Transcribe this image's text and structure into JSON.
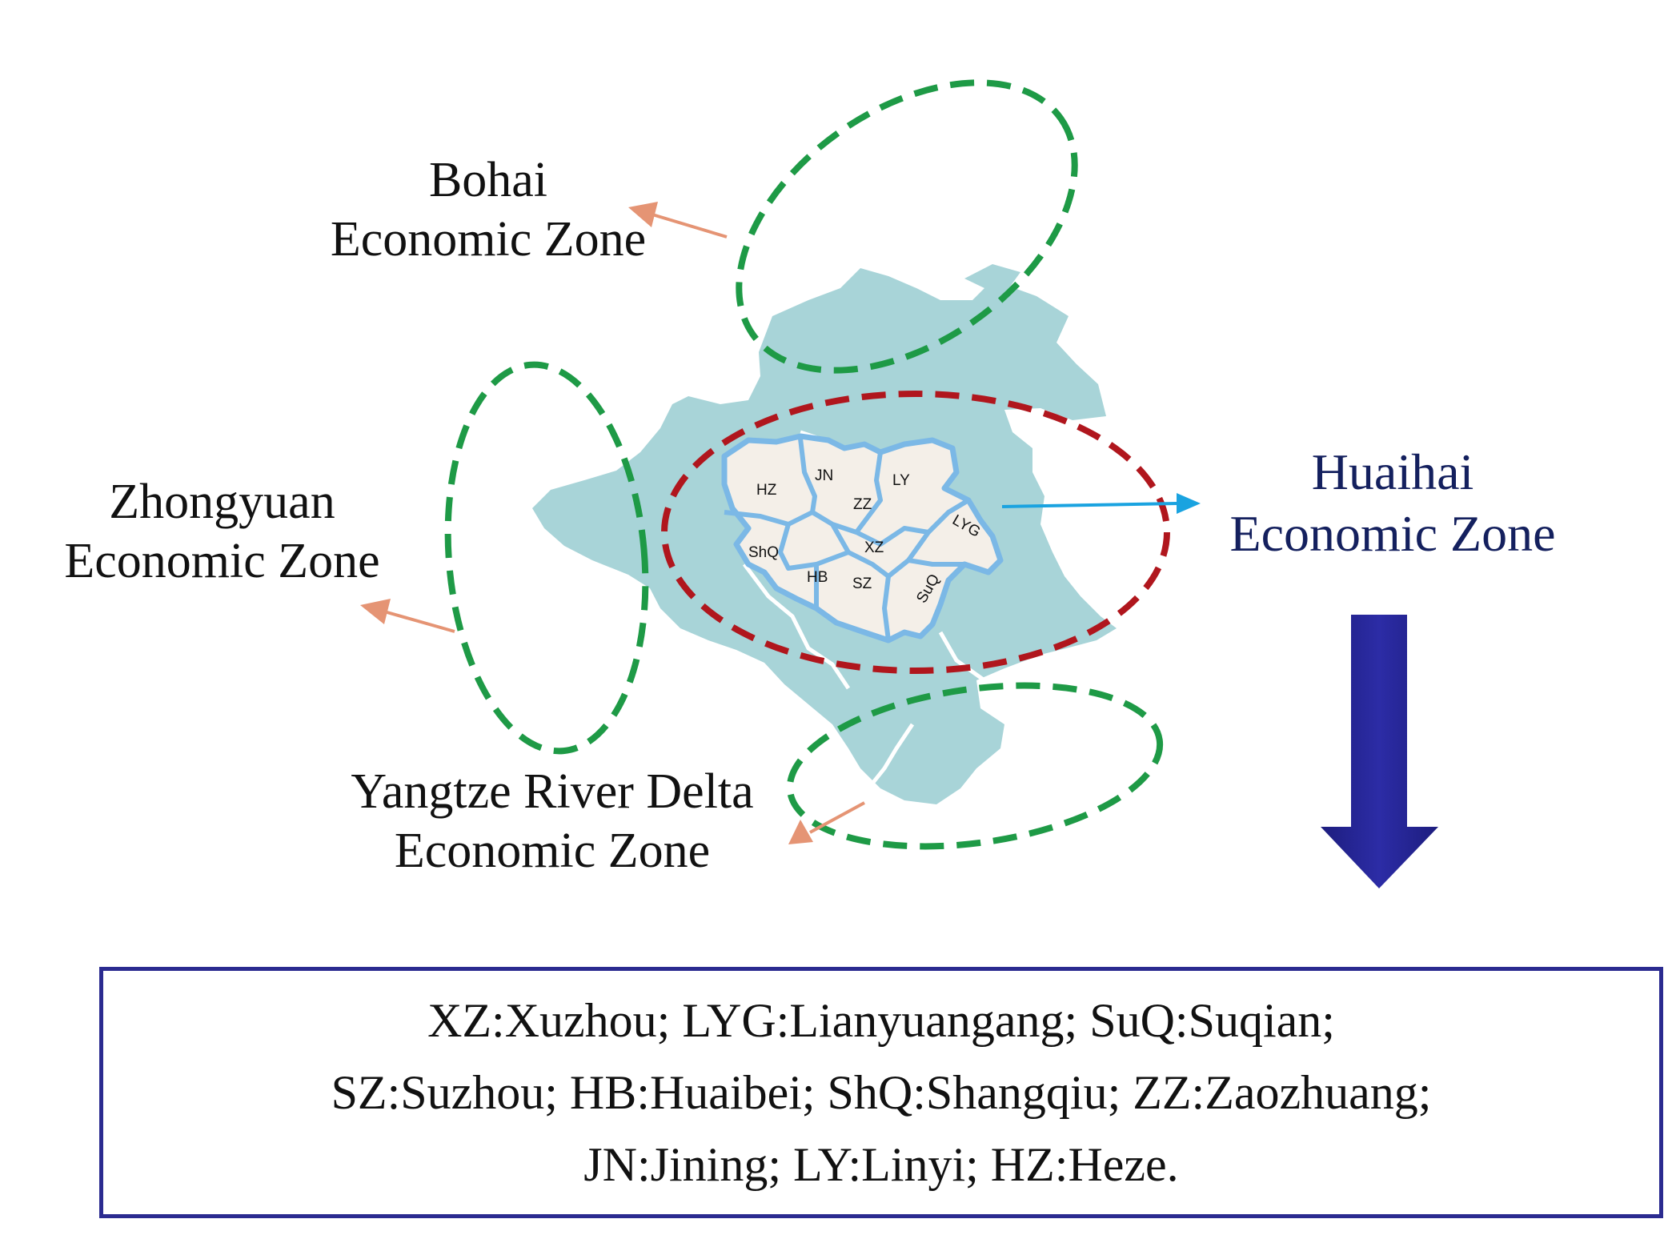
{
  "zones": {
    "bohai": {
      "lines": [
        "Bohai",
        "Economic Zone"
      ]
    },
    "zhongyuan": {
      "lines": [
        "Zhongyuan",
        "Economic Zone"
      ]
    },
    "yangtze": {
      "lines": [
        "Yangtze River Delta",
        "Economic Zone"
      ]
    },
    "huaihai": {
      "lines": [
        "Huaihai",
        "Economic Zone"
      ]
    }
  },
  "cities": [
    "HZ",
    "JN",
    "LY",
    "ZZ",
    "LYG",
    "ShQ",
    "XZ",
    "HB",
    "SZ",
    "SuQ"
  ],
  "legend": {
    "lines": [
      "XZ:Xuzhou; LYG:Lianyuangang; SuQ:Suqian;",
      "SZ:Suzhou; HB:Huaibei; ShQ:Shangqiu; ZZ:Zaozhuang;",
      "JN:Jining; LY:Linyi; HZ:Heze."
    ]
  },
  "colors": {
    "region_fill": "#a8d4d8",
    "core_fill": "#f4efe8",
    "core_border": "#7bb8e6",
    "bohai_outline": "#1e9a46",
    "huaihai_outline": "#b0161d",
    "label_arrow": "#e59474",
    "huaihai_arrow": "#1aa3e0",
    "huaihai_text": "#14205e",
    "down_arrow": "#262692",
    "legend_border": "#2b2b90"
  }
}
